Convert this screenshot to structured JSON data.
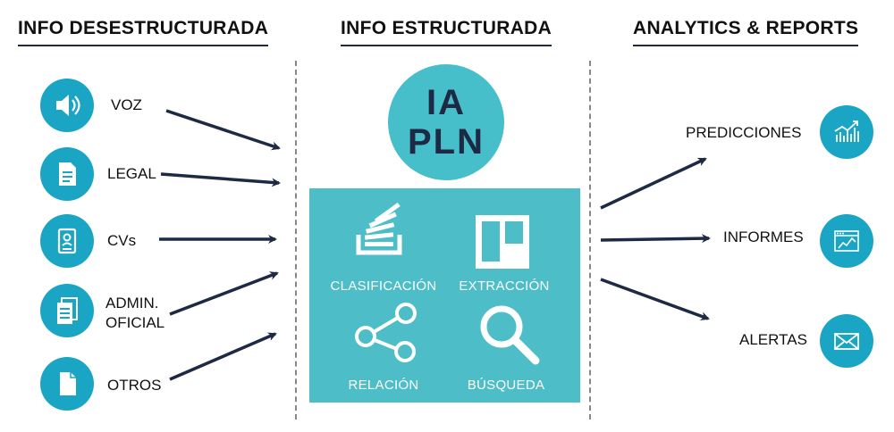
{
  "headers": {
    "unstructured": "INFO DESESTRUCTURADA",
    "structured": "INFO ESTRUCTURADA",
    "analytics": "ANALYTICS & REPORTS"
  },
  "inputs": [
    {
      "label": "VOZ",
      "icon": "speaker-icon"
    },
    {
      "label": "LEGAL",
      "icon": "document-icon"
    },
    {
      "label": "CVs",
      "icon": "id-card-icon"
    },
    {
      "label_line1": "ADMIN.",
      "label_line2": "OFICIAL",
      "icon": "stacked-document-icon"
    },
    {
      "label": "OTROS",
      "icon": "file-icon"
    }
  ],
  "core": {
    "line1": "IA",
    "line2": "PLN"
  },
  "processes": [
    {
      "label": "CLASIFICACIÓN",
      "icon": "stack-icon"
    },
    {
      "label": "EXTRACCIÓN",
      "icon": "board-icon"
    },
    {
      "label": "RELACIÓN",
      "icon": "share-icon"
    },
    {
      "label": "BÚSQUEDA",
      "icon": "magnifier-icon"
    }
  ],
  "outputs": [
    {
      "label": "PREDICCIONES",
      "icon": "growth-chart-icon"
    },
    {
      "label": "INFORMES",
      "icon": "dashboard-icon"
    },
    {
      "label": "ALERTAS",
      "icon": "envelope-icon"
    }
  ],
  "colors": {
    "icon_circle": "#1aa5c5",
    "core_circle": "#46bfca",
    "process_box": "#4dbdc7",
    "arrow": "#1e2a44"
  }
}
